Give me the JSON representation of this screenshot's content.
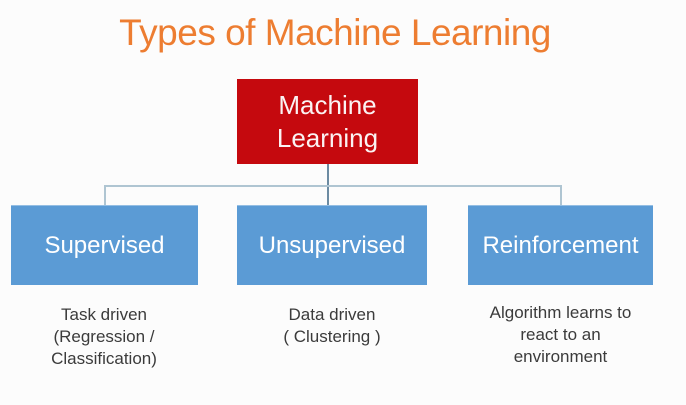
{
  "title": "Types of Machine Learning",
  "root": {
    "label": "Machine Learning"
  },
  "branches": [
    {
      "label": "Supervised",
      "description": [
        "Task driven",
        "(Regression /",
        "Classification)"
      ]
    },
    {
      "label": "Unsupervised",
      "description": [
        "Data driven",
        "( Clustering )"
      ]
    },
    {
      "label": "Reinforcement",
      "description": [
        "Algorithm learns to",
        "react to an",
        "environment"
      ]
    }
  ],
  "colors": {
    "background": "#FCFCFC",
    "title_color": "#ED7D31",
    "root_bg": "#C5090E",
    "root_text": "#FBF3F3",
    "branch_bg": "#5B9BD5",
    "branch_text": "#FFFFFF",
    "connector": "#AFC5D2",
    "connector_center": "#6C8BA2",
    "description_text": "#3B3B3B"
  }
}
